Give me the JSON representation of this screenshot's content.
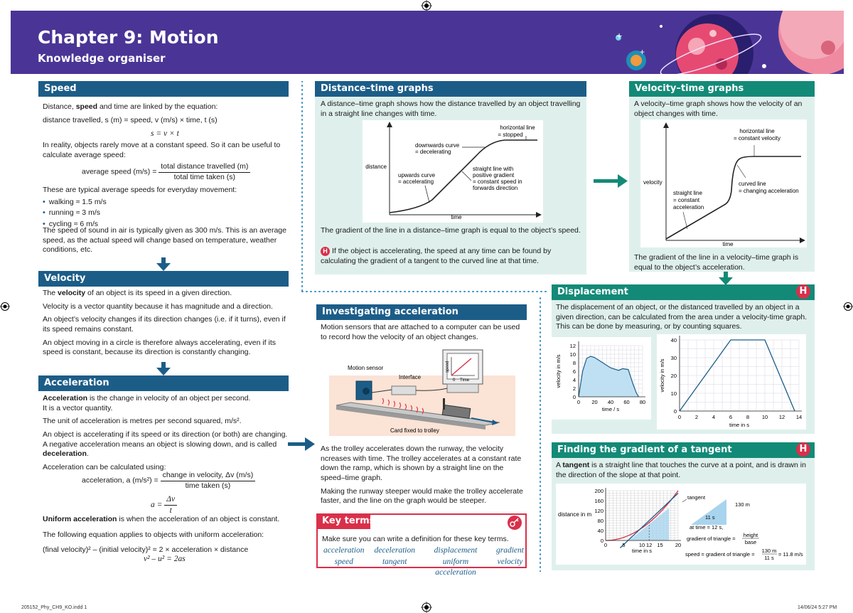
{
  "header": {
    "title": "Chapter 9: Motion",
    "subtitle": "Knowledge organiser"
  },
  "speed": {
    "heading": "Speed",
    "p1_pre": "Distance, ",
    "p1_bold": "speed",
    "p1_post": " and time are linked by the equation:",
    "p2": "distance travelled, s (m) = speed, v (m/s) × time, t (s)",
    "eq": "s = v × t",
    "p3": "In reality, objects rarely move at a constant speed. So it can be useful to calculate average speed:",
    "avg_lhs": "average speed (m/s) =",
    "avg_num": "total distance travelled (m)",
    "avg_den": "total time taken (s)",
    "p4": "These are typical average speeds for everyday movement:",
    "bullets": [
      "walking ≈ 1.5 m/s",
      "running ≈ 3 m/s",
      "cycling ≈ 6 m/s"
    ],
    "p5": "The speed of sound in air is typically given as 300 m/s. This is an average speed, as the actual speed will change based on temperature, weather conditions, etc."
  },
  "velocity": {
    "heading": "Velocity",
    "p1_pre": "The ",
    "p1_bold": "velocity",
    "p1_post": " of an object is its speed in a given direction.",
    "p2": "Velocity is a vector quantity because it has magnitude and a direction.",
    "p3": "An object’s velocity changes if its direction changes (i.e. if it turns), even if its speed remains constant.",
    "p4": "An object moving in a circle is therefore always accelerating, even if its speed is constant, because its direction is constantly changing."
  },
  "acceleration": {
    "heading": "Acceleration",
    "p1_bold": "Acceleration",
    "p1_post": " is the change in velocity of an object per second.",
    "p1_b": "It is a vector quantity.",
    "p2": "The unit of acceleration is metres per second squared, m/s².",
    "p3_pre": "An object is accelerating if its speed or its direction (or both) are changing. A negative acceleration means an object is slowing down, and is called ",
    "p3_bold": "deceleration",
    "p3_post": ".",
    "p4": "Acceleration can be calculated using:",
    "eq_lhs": "acceleration, a (m/s²) =",
    "eq_num": "change in velocity, Δv (m/s)",
    "eq_den": "time taken (s)",
    "eq2_lhs": "a =",
    "eq2_num": "Δv",
    "eq2_den": "t",
    "p5_bold": "Uniform acceleration",
    "p5_post": " is when the acceleration of an object is constant.",
    "p6": "The following equation applies to objects with uniform acceleration:",
    "p7": "(final velocity)² – (initial velocity)² = 2 × acceleration × distance",
    "eq3": "v² – u² = 2as"
  },
  "dt": {
    "heading": "Distance–time graphs",
    "intro": "A distance–time graph shows how the distance travelled by an object travelling in a straight line changes with time.",
    "ylabel": "distance",
    "xlabel": "time",
    "ann_horizontal": [
      "horizontal line",
      "= stopped"
    ],
    "ann_down": [
      "downwards curve",
      "= decelerating"
    ],
    "ann_up": [
      "upwards curve",
      "= accelerating"
    ],
    "ann_straight": [
      "straight line with",
      "positive gradient",
      "= constant speed in",
      "forwards direction"
    ],
    "p1": "The gradient of the line in a distance–time graph is equal to the object’s speed.",
    "h_badge": "H",
    "p2": "If the object is accelerating, the speed at any time can be found by calculating the gradient of a tangent to the curved line at that time."
  },
  "vt": {
    "heading": "Velocity–time graphs",
    "intro": "A velocity–time graph shows how the velocity of an object changes with time.",
    "ylabel": "velocity",
    "xlabel": "time",
    "ann_horizontal": [
      "horizontal line",
      "= constant velocity"
    ],
    "ann_curved": [
      "curved line",
      "= changing acceleration"
    ],
    "ann_straight": [
      "straight line",
      "= constant",
      "acceleration"
    ],
    "p1": "The gradient of the line in a velocity–time graph is equal to the object’s acceleration."
  },
  "inv": {
    "heading": "Investigating acceleration",
    "intro": "Motion sensors that are attached to a computer can be used to record how the velocity of an object changes.",
    "label_sensor": "Motion sensor",
    "label_interface": "Interface",
    "label_card": "Card fixed to trolley",
    "label_speed": "speed",
    "label_zero": "0",
    "label_time": "Time",
    "p1": "As the trolley accelerates down the runway, the velocity ncreases with time. The trolley accelerates at a constant rate down the ramp, which is shown by a straight line on the speed–time graph.",
    "p2": "Making the runway steeper would make the trolley accelerate faster, and the line on the graph would be steeper."
  },
  "key": {
    "heading": "Key terms",
    "intro": "Make sure you can write a definition for these key terms.",
    "terms": [
      "acceleration",
      "deceleration",
      "displacement",
      "gradient",
      "speed",
      "tangent",
      "uniform acceleration",
      "velocity"
    ]
  },
  "disp": {
    "heading": "Displacement",
    "h_badge": "H",
    "p1": "The displacement of an object, or the distanced travelled by an object in a given direction, can be calculated from the area under a velocity-time graph. This can be done by measuring, or by counting squares.",
    "g1_ylabel": "velocity in m/s",
    "g1_xlabel": "time / s",
    "g1_yticks": [
      "0",
      "2",
      "4",
      "6",
      "8",
      "10",
      "12"
    ],
    "g1_xticks": [
      "0",
      "20",
      "40",
      "60",
      "80"
    ],
    "g2_ylabel": "velocity in m/s",
    "g2_xlabel": "time in s",
    "g2_yticks": [
      "0",
      "10",
      "20",
      "30",
      "40"
    ],
    "g2_xticks": [
      "0",
      "2",
      "4",
      "6",
      "8",
      "10",
      "12",
      "14"
    ]
  },
  "grad": {
    "heading": "Finding the gradient of a tangent",
    "h_badge": "H",
    "p1_pre": "A ",
    "p1_bold": "tangent",
    "p1_post": " is a straight line that touches the curve at a point, and is drawn in the direction of the slope at that point.",
    "ylabel": "distance in m",
    "xlabel": "time in s",
    "yticks": [
      "0",
      "40",
      "80",
      "120",
      "160",
      "200"
    ],
    "xticks": [
      "0",
      "5",
      "10",
      "12",
      "15",
      "20"
    ],
    "label_tangent": "tangent",
    "label_130": "130 m",
    "label_11": "11 s",
    "label_at": "at time = 12 s,",
    "label_grad": "gradient of triangle =",
    "label_height": "height",
    "label_base": "base",
    "label_speed": "speed = gradient of triangle =",
    "label_num": "130 m",
    "label_den": "11 s",
    "label_result": "= 11.8 m/s"
  },
  "footer": {
    "left": "205152_Phy_CH9_KO.indd   1",
    "right": "14/06/24   5:27 PM"
  },
  "colors": {
    "purple": "#4a3596",
    "blue": "#1c5d88",
    "teal": "#138a77",
    "red": "#d9304a",
    "mint": "#dff0ec",
    "line": "#1c5d88"
  }
}
